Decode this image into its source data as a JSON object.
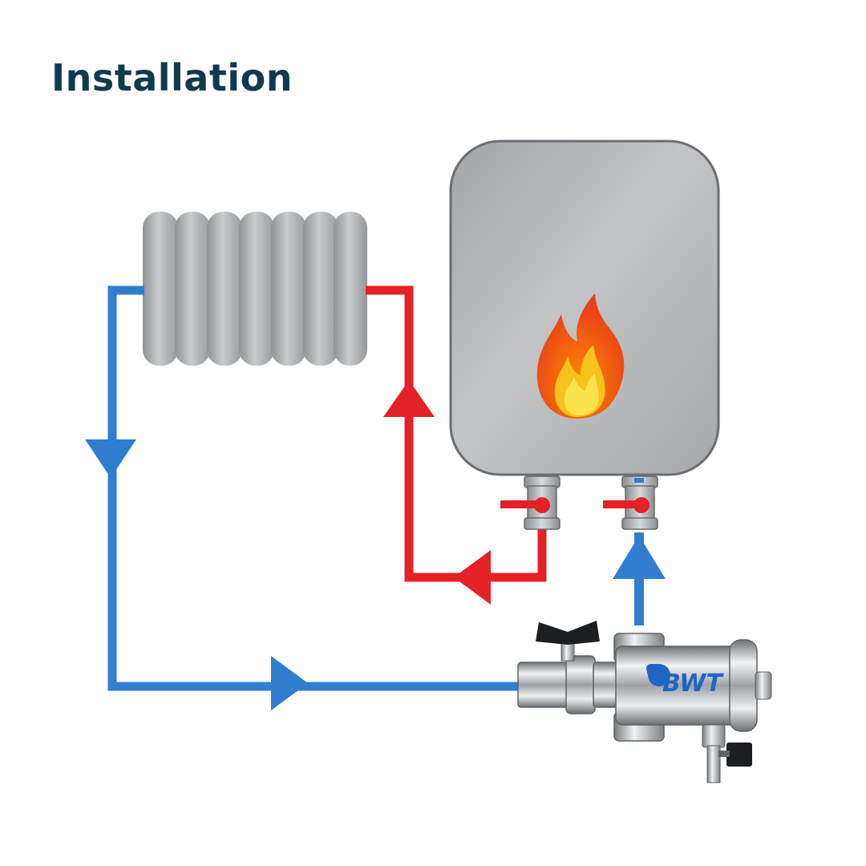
{
  "title": "Installation",
  "colors": {
    "title": "#0f3b4c",
    "flow_pipe": "#e32127",
    "return_pipe": "#2f7ed0",
    "boiler_body": "#b5b7b9",
    "radiator": "#b0b2b4",
    "filter_brand": "#1f66c4"
  },
  "components": {
    "radiator": "radiator",
    "boiler": "boiler",
    "flame": "flame-icon",
    "filter_unit": "magnetic-filter",
    "filter_brand_label": "BWT"
  },
  "flow": {
    "hot_direction": "boiler → radiator",
    "cold_direction": "radiator → filter → boiler"
  }
}
